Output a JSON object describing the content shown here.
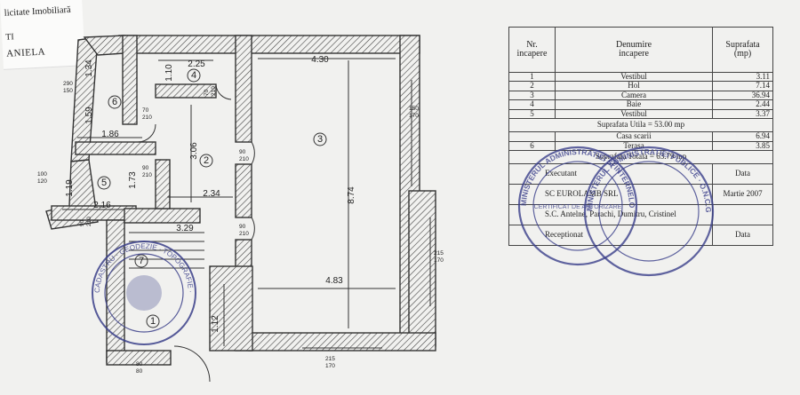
{
  "corner_note": {
    "line1": "licitate Imobiliară",
    "line2": "TI",
    "line3": "ANIELA"
  },
  "plan": {
    "dimensions": {
      "d_134": "1.34",
      "d_225": "2.25",
      "d_430": "4.30",
      "d_110": "1.10",
      "d_159": "1.59",
      "d_186": "1.86",
      "d_306": "3.06",
      "d_874": "8.74",
      "d_173": "1.73",
      "d_119": "1.19",
      "d_234": "2.34",
      "d_216": "2.16",
      "d_329": "3.29",
      "d_483": "4.83",
      "d_112": "1.12"
    },
    "openings": {
      "o_290_150": [
        "290",
        "150"
      ],
      "o_70_210_a": [
        "70",
        "210"
      ],
      "o_70_210_b": [
        "70",
        "210"
      ],
      "o_90_210_a": [
        "90",
        "210"
      ],
      "o_90_210_b": [
        "90",
        "210"
      ],
      "o_90_210_c": [
        "90",
        "210"
      ],
      "o_90_210_d": [
        "90",
        "210"
      ],
      "o_100_120": [
        "100",
        "120"
      ],
      "o_150_170": [
        "150",
        "170"
      ],
      "o_215_170_a": [
        "215",
        "170"
      ],
      "o_215_170_b": [
        "215",
        "170"
      ],
      "o_80_80": [
        "80",
        "80"
      ]
    },
    "room_labels": [
      "1",
      "2",
      "3",
      "4",
      "5",
      "6",
      "7"
    ]
  },
  "table": {
    "headers": {
      "nr_line1": "Nr.",
      "nr_line2": "incapere",
      "name_line1": "Denumire",
      "name_line2": "incapere",
      "area_line1": "Suprafata",
      "area_line2": "(mp)"
    },
    "rows": [
      {
        "nr": "1",
        "name": "Vestibul",
        "area": "3.11"
      },
      {
        "nr": "2",
        "name": "Hol",
        "area": "7.14"
      },
      {
        "nr": "3",
        "name": "Camera",
        "area": "36.94"
      },
      {
        "nr": "4",
        "name": "Baie",
        "area": "2.44"
      },
      {
        "nr": "5",
        "name": "Vestibul",
        "area": "3.37"
      }
    ],
    "useful_area": "Suprafata Utila = 53.00 mp",
    "extra_rows": [
      {
        "nr": "",
        "name": "Casa scarii",
        "area": "6.94"
      },
      {
        "nr": "6",
        "name": "Terasa",
        "area": "3.85"
      }
    ],
    "total_area": "Suprafata Totala = 63.79 mp",
    "signature_rows": [
      {
        "label": "Executant",
        "date_label": "Data"
      },
      {
        "label": "SC EUROLAMB SRL",
        "date_label": "Martie 2007"
      },
      {
        "label": "S.C. Antelne, Parachi, Dumitru, Cristinel",
        "date_label": ""
      },
      {
        "label": "Receptionat",
        "date_label": "Data"
      }
    ]
  },
  "stamps": {
    "left_stamp_text": "CADASTRU · GEODEZIE · TOPOGRAFIE · AUTORIZAT",
    "right_stamp_ring": "MINISTERUL ADMINISTRATIEI SI INTERNELOR · O.N.C.G.C.",
    "right_stamp_center": "CERTIFICAT DE AUTORIZARE",
    "right_stamp_ring2": "MINISTERUL ADMINISTRATIEI PUBLICE · O.N.C.G.C.",
    "colors": {
      "ink": "#3a3f8a",
      "ink_light": "#6f73b0"
    }
  }
}
